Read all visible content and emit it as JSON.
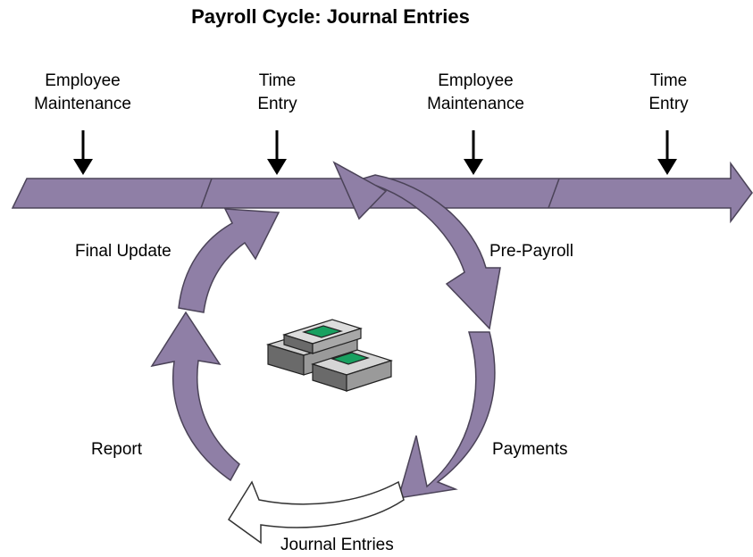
{
  "title": "Payroll Cycle: Journal Entries",
  "timeline_labels": [
    {
      "line1": "Employee",
      "line2": "Maintenance"
    },
    {
      "line1": "Time",
      "line2": "Entry"
    },
    {
      "line1": "Employee",
      "line2": "Maintenance"
    },
    {
      "line1": "Time",
      "line2": "Entry"
    }
  ],
  "cycle_labels": {
    "final_update": "Final Update",
    "pre_payroll": "Pre-Payroll",
    "report": "Report",
    "payments": "Payments",
    "journal_entries": "Journal Entries"
  },
  "colors": {
    "arrow_fill": "#8F7FA6",
    "arrow_stroke": "#4b4358",
    "money_green": "#18a060",
    "money_gray": "#9a9a9a"
  },
  "icons": [
    "down-arrow-icon",
    "money-stack-icon"
  ]
}
